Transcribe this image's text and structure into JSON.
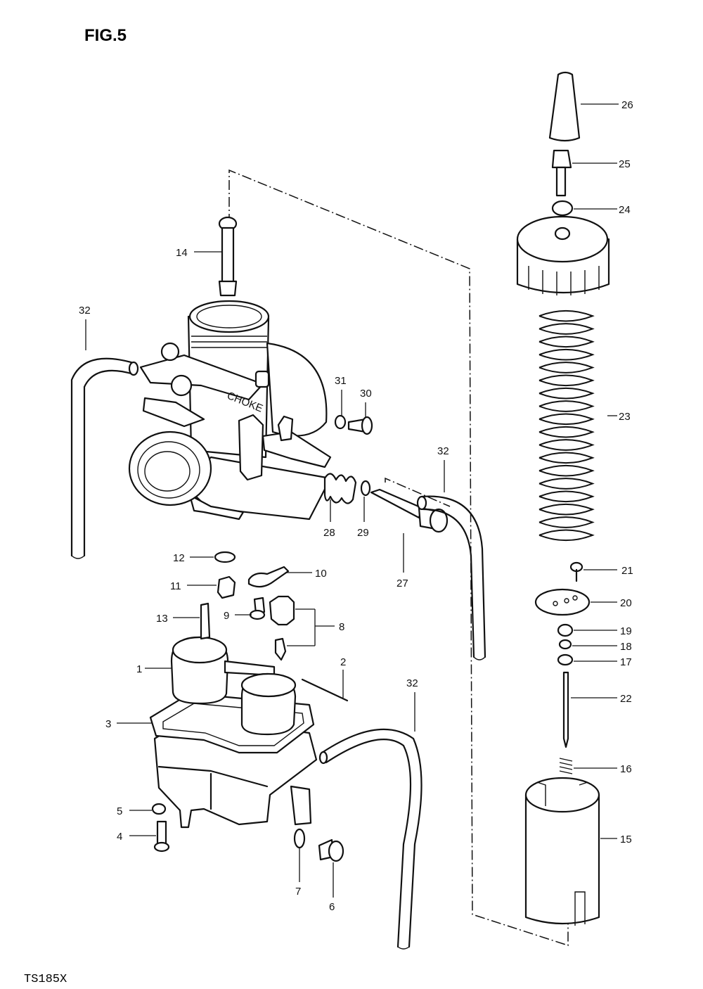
{
  "figure_title": "FIG.5",
  "model_code": "TS185X",
  "choke_text": "CHOKE",
  "callouts": [
    {
      "id": "c1",
      "label": "1"
    },
    {
      "id": "c2",
      "label": "2"
    },
    {
      "id": "c3",
      "label": "3"
    },
    {
      "id": "c4",
      "label": "4"
    },
    {
      "id": "c5",
      "label": "5"
    },
    {
      "id": "c6",
      "label": "6"
    },
    {
      "id": "c7",
      "label": "7"
    },
    {
      "id": "c8",
      "label": "8"
    },
    {
      "id": "c9",
      "label": "9"
    },
    {
      "id": "c10",
      "label": "10"
    },
    {
      "id": "c11",
      "label": "11"
    },
    {
      "id": "c12",
      "label": "12"
    },
    {
      "id": "c13",
      "label": "13"
    },
    {
      "id": "c14",
      "label": "14"
    },
    {
      "id": "c15",
      "label": "15"
    },
    {
      "id": "c16",
      "label": "16"
    },
    {
      "id": "c17",
      "label": "17"
    },
    {
      "id": "c18",
      "label": "18"
    },
    {
      "id": "c19",
      "label": "19"
    },
    {
      "id": "c20",
      "label": "20"
    },
    {
      "id": "c21",
      "label": "21"
    },
    {
      "id": "c22",
      "label": "22"
    },
    {
      "id": "c23",
      "label": "23"
    },
    {
      "id": "c24",
      "label": "24"
    },
    {
      "id": "c25",
      "label": "25"
    },
    {
      "id": "c26",
      "label": "26"
    },
    {
      "id": "c27",
      "label": "27"
    },
    {
      "id": "c28",
      "label": "28"
    },
    {
      "id": "c29",
      "label": "29"
    },
    {
      "id": "c30",
      "label": "30"
    },
    {
      "id": "c31",
      "label": "31"
    },
    {
      "id": "c32a",
      "label": "32"
    },
    {
      "id": "c32b",
      "label": "32"
    },
    {
      "id": "c32c",
      "label": "32"
    }
  ]
}
